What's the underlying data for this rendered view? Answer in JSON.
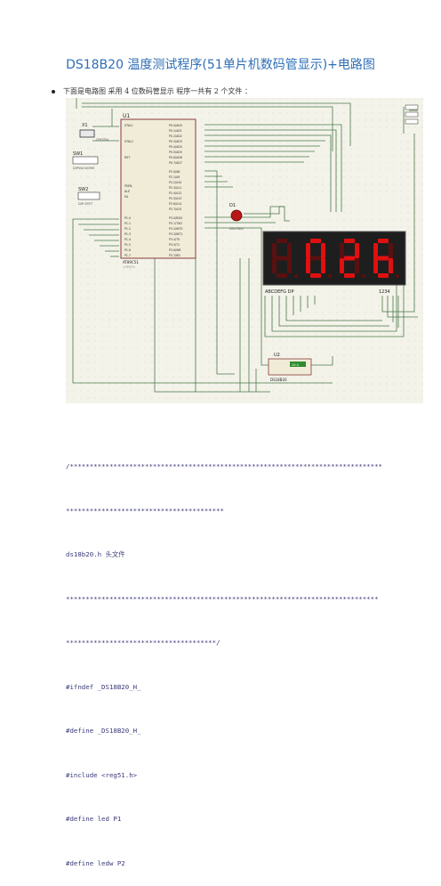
{
  "doc": {
    "title": "DS18B20 温度测试程序(51单片机数码管显示)+电路图",
    "intro": "下面是电路图 采用 4 位数码管显示 程序一共有 2 个文件 ："
  },
  "schematic": {
    "u1_name": "U1",
    "u1_part": "AT89C51",
    "u1_text_hint": "<TEXT>",
    "x1_name": "X1",
    "x1_part": "CRYSTAL",
    "sw1_name": "SW1",
    "sw1_part": "DIPSW-NORM",
    "sw2_name": "SW2",
    "sw2_part": "DIP-SPST",
    "d1_name": "D1",
    "d1_part": "LED-RED",
    "u2_name": "U2",
    "u2_part": "DS18B20",
    "u2_reading": "26.0",
    "display_digits": [
      "",
      "0",
      "2",
      "6"
    ],
    "display_seg_label": "ABCDEFG DP",
    "display_com_label": "1234",
    "pins_left": [
      "XTAL1",
      "XTAL2",
      "RST",
      "PSEN",
      "ALE",
      "EA",
      "P1.0",
      "P1.1",
      "P1.2",
      "P1.3",
      "P1.4",
      "P1.5",
      "P1.6",
      "P1.7"
    ],
    "pins_right": [
      "P0.0/AD0",
      "P0.1/AD1",
      "P0.2/AD2",
      "P0.3/AD3",
      "P0.4/AD4",
      "P0.5/AD5",
      "P0.6/AD6",
      "P0.7/AD7",
      "P2.0/A8",
      "P2.1/A9",
      "P2.2/A10",
      "P2.3/A11",
      "P2.4/A12",
      "P2.5/A13",
      "P2.6/A14",
      "P2.7/A15",
      "P3.0/RXD",
      "P3.1/TXD",
      "P3.2/INT0",
      "P3.3/INT1",
      "P3.4/T0",
      "P3.5/T1",
      "P3.6/WR",
      "P3.7/RD"
    ],
    "colors": {
      "segment_on": "#e01010",
      "segment_off": "#5a1010",
      "display_bg": "#222222",
      "led": "#b81818"
    }
  },
  "code": [
    "/*******************************************************************************",
    "****************************************",
    "ds18b20.h 头文件",
    "*******************************************************************************",
    "**************************************/",
    "#ifndef _DS18B20_H_",
    "#define _DS18B20_H_",
    "#include <reg51.h>",
    "#define led P1",
    "#define ledw P2"
  ]
}
